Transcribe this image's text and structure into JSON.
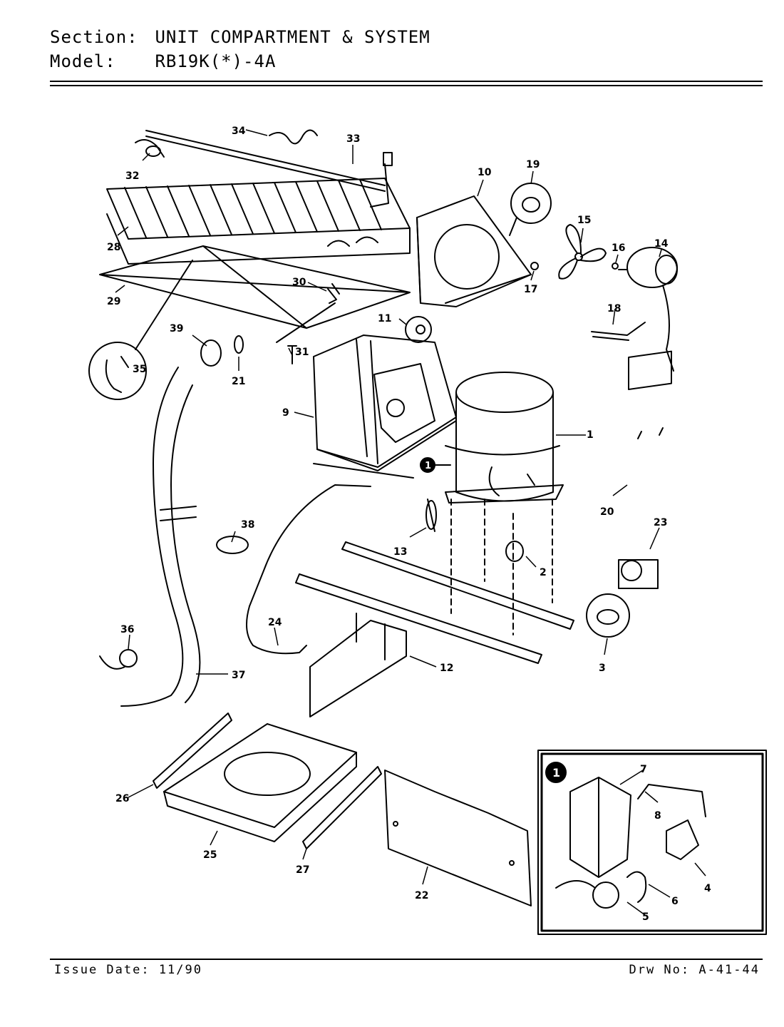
{
  "header": {
    "section_key": "Section:",
    "section_value": "UNIT COMPARTMENT & SYSTEM",
    "model_key": "Model:",
    "model_value": "RB19K(*)-4A"
  },
  "footer": {
    "issue_date": "Issue Date: 11/90",
    "drawing_no": "Drw No: A-41-44"
  },
  "callouts": {
    "p1": "1",
    "p2": "2",
    "p3": "3",
    "p4": "4",
    "p5": "5",
    "p6": "6",
    "p7": "7",
    "p8": "8",
    "p9": "9",
    "p10": "10",
    "p11": "11",
    "p12": "12",
    "p13": "13",
    "p14": "14",
    "p15": "15",
    "p16": "16",
    "p17": "17",
    "p18": "18",
    "p19": "19",
    "p20": "20",
    "p21": "21",
    "p22": "22",
    "p23": "23",
    "p24": "24",
    "p25": "25",
    "p26": "26",
    "p27": "27",
    "p28": "28",
    "p29": "29",
    "p30": "30",
    "p31": "31",
    "p32": "32",
    "p33": "33",
    "p34": "34",
    "p35": "35",
    "p36": "36",
    "p37": "37",
    "p38": "38",
    "p39": "39"
  },
  "detail_marker": "1"
}
